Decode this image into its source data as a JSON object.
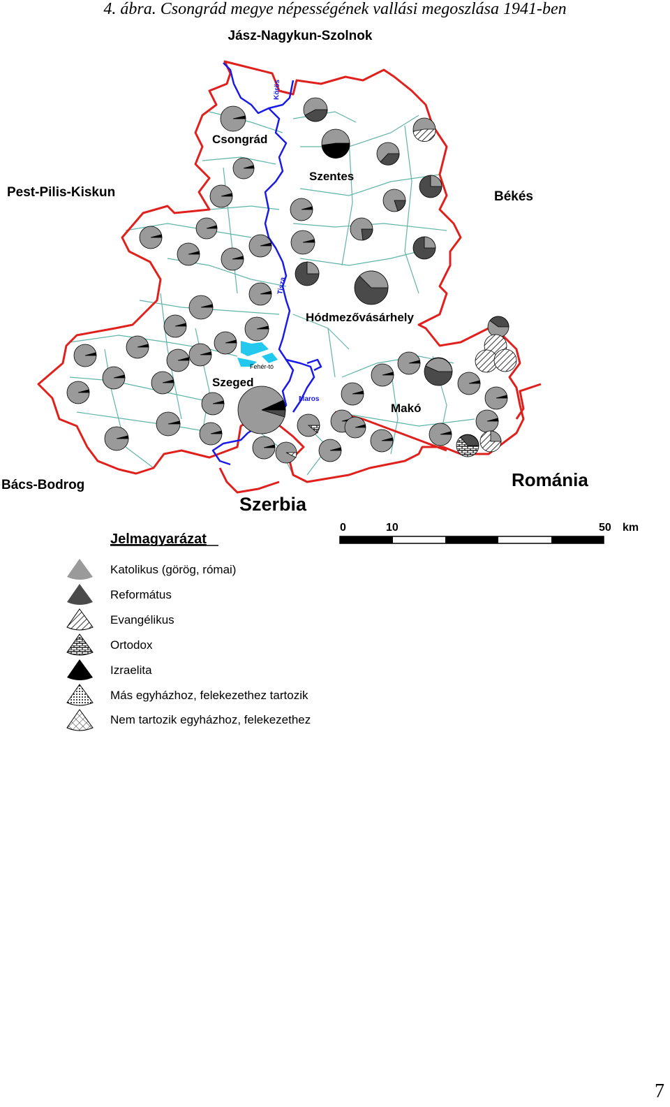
{
  "caption": "4. ábra. Csongrád megye népességének vallási megoszlása 1941-ben",
  "neighbors": {
    "north": "Jász-Nagykun-Szolnok",
    "west": "Pest-Pilis-Kiskun",
    "east": "Békés",
    "southwest": "Bács-Bodrog",
    "south": "Szerbia",
    "southeast": "Románia"
  },
  "cities": {
    "csongrad": "Csongrád",
    "szentes": "Szentes",
    "hodmezovasarhely": "Hódmezővásárhely",
    "szeged": "Szeged",
    "mako": "Makó",
    "feherto": "Fehér-tó"
  },
  "rivers": {
    "koros": "Körös",
    "tisza": "Tisza",
    "maros": "Maros"
  },
  "scale": {
    "labels": [
      "0",
      "10",
      "50"
    ],
    "unit": "km"
  },
  "legend": {
    "title": "Jelmagyarázat",
    "items": [
      {
        "label": "Katolikus (görög, római)",
        "pattern": "katolikus"
      },
      {
        "label": "Református",
        "pattern": "reformatus"
      },
      {
        "label": "Evangélikus",
        "pattern": "evangelikus"
      },
      {
        "label": "Ortodox",
        "pattern": "ortodox"
      },
      {
        "label": "Izraelita",
        "pattern": "izraelita"
      },
      {
        "label": "Más egyházhoz, felekezethez tartozik",
        "pattern": "mas"
      },
      {
        "label": "Nem tartozik egyházhoz, felekezethez",
        "pattern": "nem"
      }
    ]
  },
  "colors": {
    "border": "#e0201c",
    "river": "#1a1ae6",
    "municipal_border": "#5fb4a8",
    "katolikus": "#9a9a9a",
    "reformatus": "#4a4a4a",
    "izraelita": "#000000",
    "lake": "#22c8ee"
  },
  "page_number": "7"
}
